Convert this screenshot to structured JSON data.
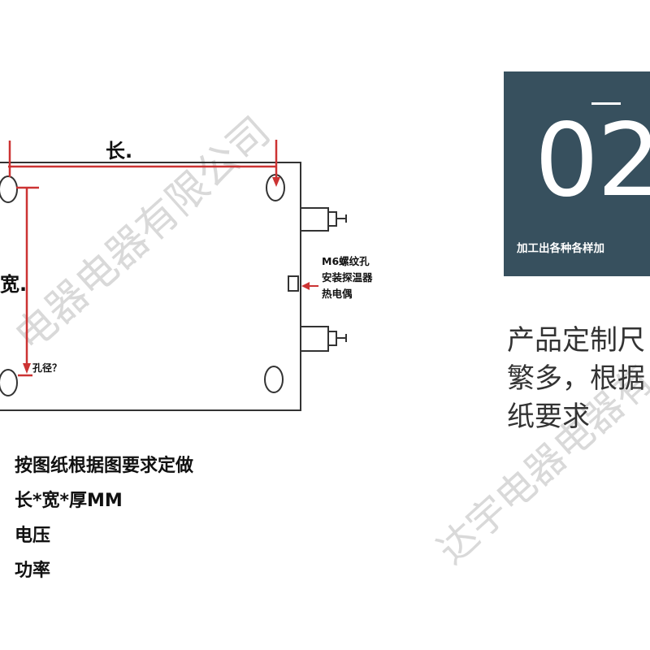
{
  "watermark": {
    "line1": "电器电器有限公司",
    "line2": "达宇电器电器有"
  },
  "diagram": {
    "length_label": "长.",
    "width_label": "宽.",
    "hole_label": "孔径？",
    "annotation": [
      "M6螺纹孔",
      "安装探温器",
      "热电偶"
    ],
    "arrow_color": "#cc3333"
  },
  "requirements": [
    "按图纸根据图要求定做",
    "长*宽*厚MM",
    "电压",
    "功率"
  ],
  "panel": {
    "number": "02",
    "caption": "加工出各种各样加",
    "background": "#37505e"
  },
  "description": [
    "产品定制尺",
    "繁多，根据",
    "纸要求"
  ]
}
